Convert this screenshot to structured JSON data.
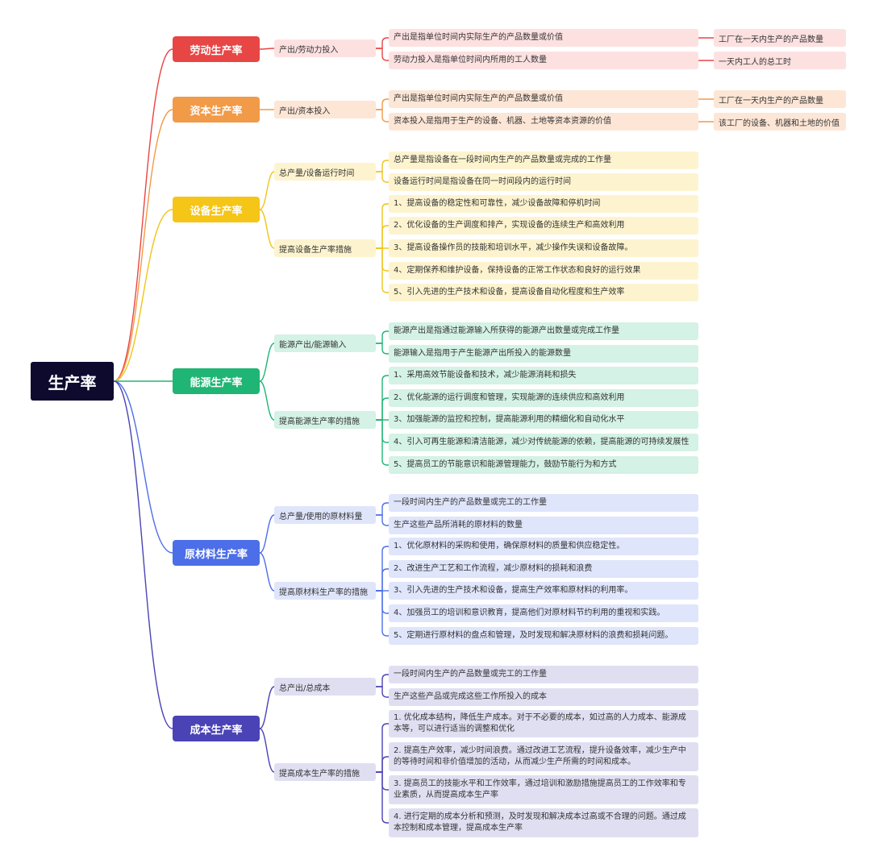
{
  "root": {
    "label": "生产率"
  },
  "palette": {
    "labor": "#e84545",
    "capital": "#f19a48",
    "equipment": "#f5c518",
    "energy": "#1fb574",
    "material": "#4c6ee8",
    "cost": "#4a43b5"
  },
  "branches": [
    {
      "key": "labor",
      "label": "劳动生产率",
      "color": "#e84545",
      "light": "#fde1e1",
      "line": "#e84545",
      "subs": [
        {
          "label": "产出/劳动力投入",
          "items": [
            {
              "text": "产出是指单位时间内实际生产的产品数量或价值",
              "example": "工厂在一天内生产的产品数量"
            },
            {
              "text": "劳动力投入是指单位时间内所用的工人数量",
              "example": "一天内工人的总工时"
            }
          ]
        }
      ]
    },
    {
      "key": "capital",
      "label": "资本生产率",
      "color": "#f19a48",
      "light": "#fde6d6",
      "line": "#f19a48",
      "subs": [
        {
          "label": "产出/资本投入",
          "items": [
            {
              "text": "产出是指单位时间内实际生产的产品数量或价值",
              "example": "工厂在一天内生产的产品数量"
            },
            {
              "text": "资本投入是指用于生产的设备、机器、土地等资本资源的价值",
              "example": "该工厂的设备、机器和土地的价值"
            }
          ]
        }
      ]
    },
    {
      "key": "equipment",
      "label": "设备生产率",
      "color": "#f5c518",
      "light": "#fdf4cf",
      "line": "#f0c419",
      "subs": [
        {
          "label": "总产量/设备运行时间",
          "items": [
            {
              "text": "总产量是指设备在一段时间内生产的产品数量或完成的工作量"
            },
            {
              "text": "设备运行时间是指设备在同一时间段内的运行时间"
            }
          ]
        },
        {
          "label": "提高设备生产率措施",
          "items": [
            {
              "text": "1、提高设备的稳定性和可靠性，减少设备故障和停机时间"
            },
            {
              "text": "2、优化设备的生产调度和排产，实现设备的连续生产和高效利用"
            },
            {
              "text": "3、提高设备操作员的技能和培训水平，减少操作失误和设备故障。"
            },
            {
              "text": "4、定期保养和维护设备，保持设备的正常工作状态和良好的运行效果"
            },
            {
              "text": "5、引入先进的生产技术和设备，提高设备自动化程度和生产效率"
            }
          ]
        }
      ]
    },
    {
      "key": "energy",
      "label": "能源生产率",
      "color": "#1fb574",
      "light": "#d4f2e5",
      "line": "#1fb574",
      "subs": [
        {
          "label": "能源产出/能源输入",
          "items": [
            {
              "text": "能源产出是指通过能源输入所获得的能源产出数量或完成工作量"
            },
            {
              "text": "能源输入是指用于产生能源产出所投入的能源数量"
            }
          ]
        },
        {
          "label": "提高能源生产率的措施",
          "items": [
            {
              "text": "1、采用高效节能设备和技术，减少能源消耗和损失"
            },
            {
              "text": "2、优化能源的运行调度和管理，实现能源的连续供应和高效利用"
            },
            {
              "text": "3、加强能源的监控和控制，提高能源利用的精细化和自动化水平"
            },
            {
              "text": "4、引入可再生能源和清洁能源，减少对传统能源的依赖，提高能源的可持续发展性"
            },
            {
              "text": "5、提高员工的节能意识和能源管理能力，鼓励节能行为和方式"
            }
          ]
        }
      ]
    },
    {
      "key": "material",
      "label": "原材料生产率",
      "color": "#4c6ee8",
      "light": "#dfe5fb",
      "line": "#4c6ee8",
      "subs": [
        {
          "label": "总产量/使用的原材料量",
          "items": [
            {
              "text": "一段时间内生产的产品数量或完工的工作量"
            },
            {
              "text": "生产这些产品所消耗的原材料的数量"
            }
          ]
        },
        {
          "label": "提高原材料生产率的措施",
          "items": [
            {
              "text": "1、优化原材料的采购和使用，确保原材料的质量和供应稳定性。"
            },
            {
              "text": "2、改进生产工艺和工作流程，减少原材料的损耗和浪费"
            },
            {
              "text": "3、引入先进的生产技术和设备，提高生产效率和原材料的利用率。"
            },
            {
              "text": "4、加强员工的培训和意识教育，提高他们对原材料节约利用的重视和实践。"
            },
            {
              "text": "5、定期进行原材料的盘点和管理，及时发现和解决原材料的浪费和损耗问题。"
            }
          ]
        }
      ]
    },
    {
      "key": "cost",
      "label": "成本生产率",
      "color": "#4a43b5",
      "light": "#e0dff2",
      "line": "#4a43b5",
      "subs": [
        {
          "label": "总产出/总成本",
          "items": [
            {
              "text": "一段时间内生产的产品数量或完工的工作量"
            },
            {
              "text": "生产这些产品或完成这些工作所投入的成本"
            }
          ]
        },
        {
          "label": "提高成本生产率的措施",
          "items": [
            {
              "text": "1. 优化成本结构，降低生产成本。对于不必要的成本，如过高的人力成本、能源成本等，可以进行适当的调整和优化"
            },
            {
              "text": "2. 提高生产效率，减少时间浪费。通过改进工艺流程，提升设备效率，减少生产中的等待时间和非价值增加的活动，从而减少生产所需的时间和成本。"
            },
            {
              "text": "3. 提高员工的技能水平和工作效率，通过培训和激励措施提高员工的工作效率和专业素质，从而提高成本生产率"
            },
            {
              "text": "4. 进行定期的成本分析和预测，及时发现和解决成本过高或不合理的问题。通过成本控制和成本管理，提高成本生产率"
            }
          ]
        }
      ]
    }
  ]
}
